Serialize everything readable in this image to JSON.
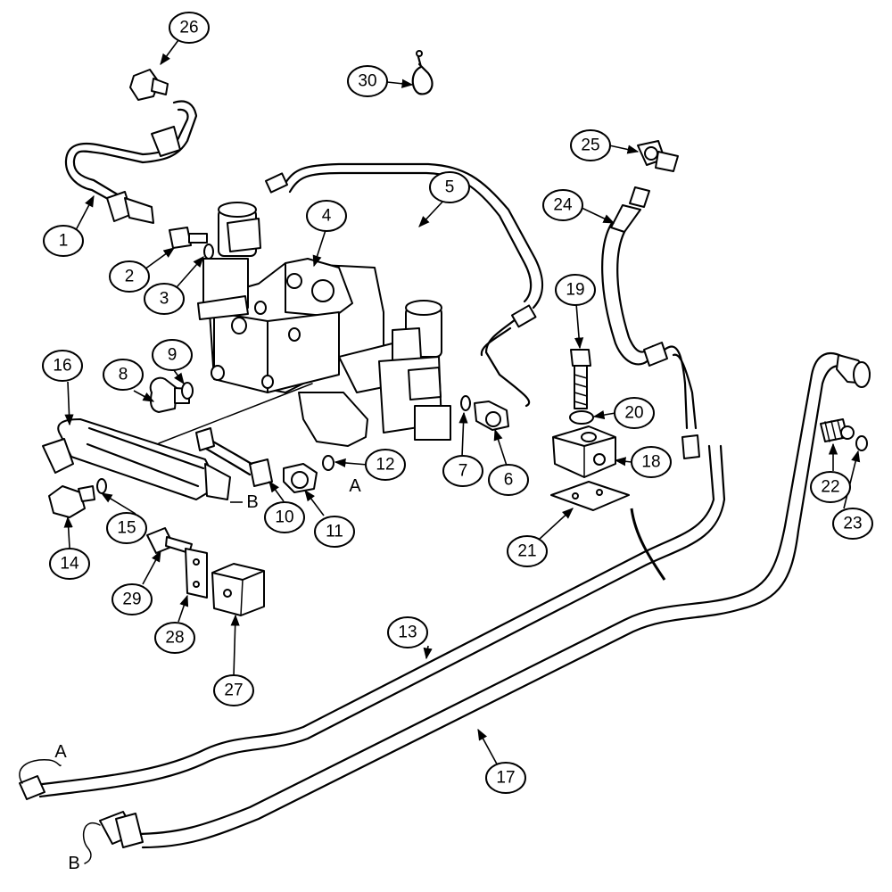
{
  "callouts": [
    {
      "label": "1"
    },
    {
      "label": "2"
    },
    {
      "label": "3"
    },
    {
      "label": "4"
    },
    {
      "label": "5"
    },
    {
      "label": "6"
    },
    {
      "label": "7"
    },
    {
      "label": "8"
    },
    {
      "label": "9"
    },
    {
      "label": "10"
    },
    {
      "label": "11"
    },
    {
      "label": "12"
    },
    {
      "label": "13"
    },
    {
      "label": "14"
    },
    {
      "label": "15"
    },
    {
      "label": "16"
    },
    {
      "label": "17"
    },
    {
      "label": "18"
    },
    {
      "label": "19"
    },
    {
      "label": "20"
    },
    {
      "label": "21"
    },
    {
      "label": "22"
    },
    {
      "label": "23"
    },
    {
      "label": "24"
    },
    {
      "label": "25"
    },
    {
      "label": "26"
    },
    {
      "label": "27"
    },
    {
      "label": "28"
    },
    {
      "label": "29"
    },
    {
      "label": "30"
    }
  ],
  "connection_letters": {
    "a_valve": "A",
    "b_valve": "B",
    "a_tube_end": "A",
    "b_tube_end": "B"
  }
}
